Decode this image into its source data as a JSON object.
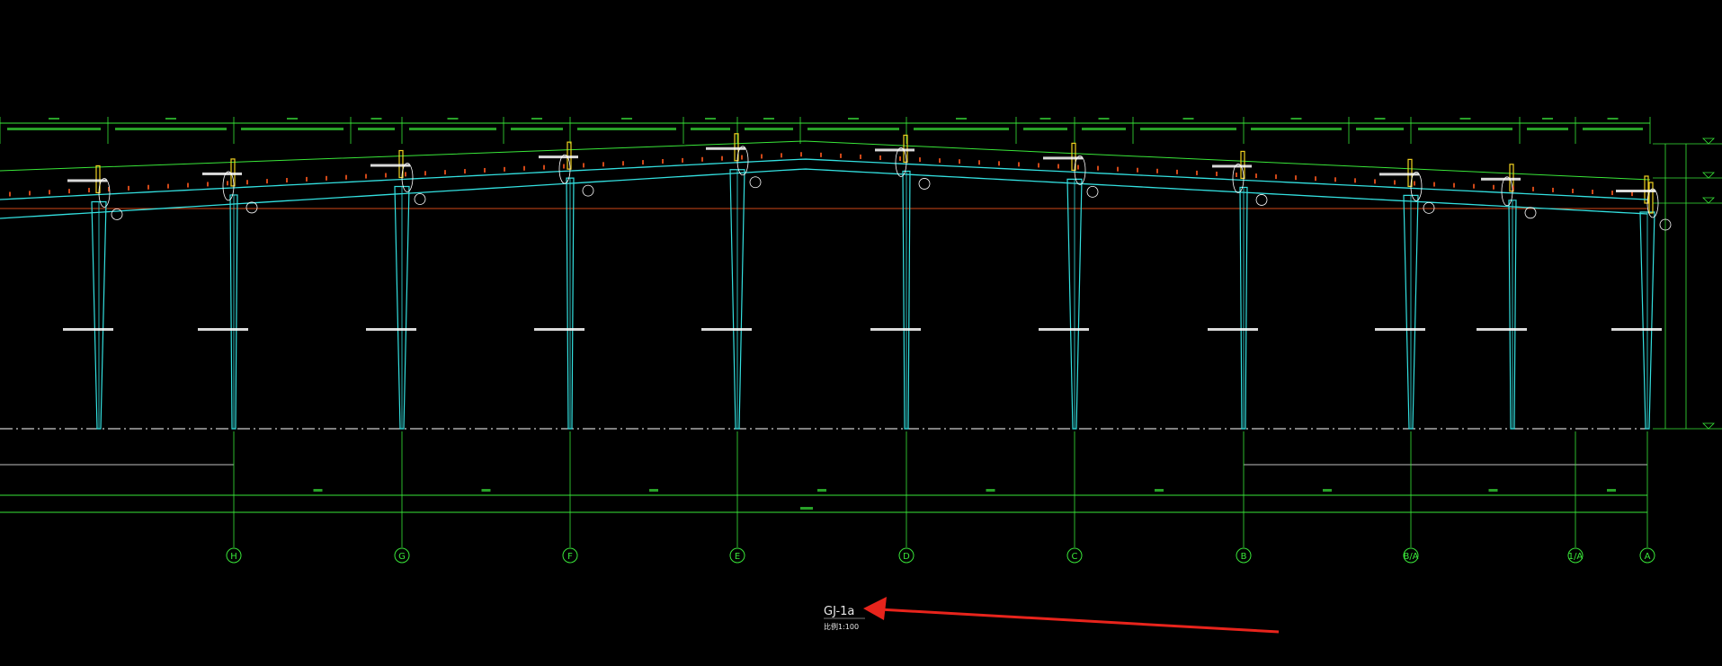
{
  "drawing": {
    "title": "GJ-1a",
    "scale_note": "比例1:100",
    "annotation": {
      "color": "#e8241c"
    },
    "colors": {
      "background": "#000000",
      "dimension": "#39e639",
      "member": "#33e0e0",
      "eave_line": "#d04818",
      "purlin": "#f0d020",
      "axis_text": "#39e639",
      "ground": "#ffffff"
    },
    "grid_axes": [
      "H",
      "G",
      "F",
      "E",
      "D",
      "C",
      "B",
      "B/A",
      "1/A",
      "A"
    ]
  }
}
